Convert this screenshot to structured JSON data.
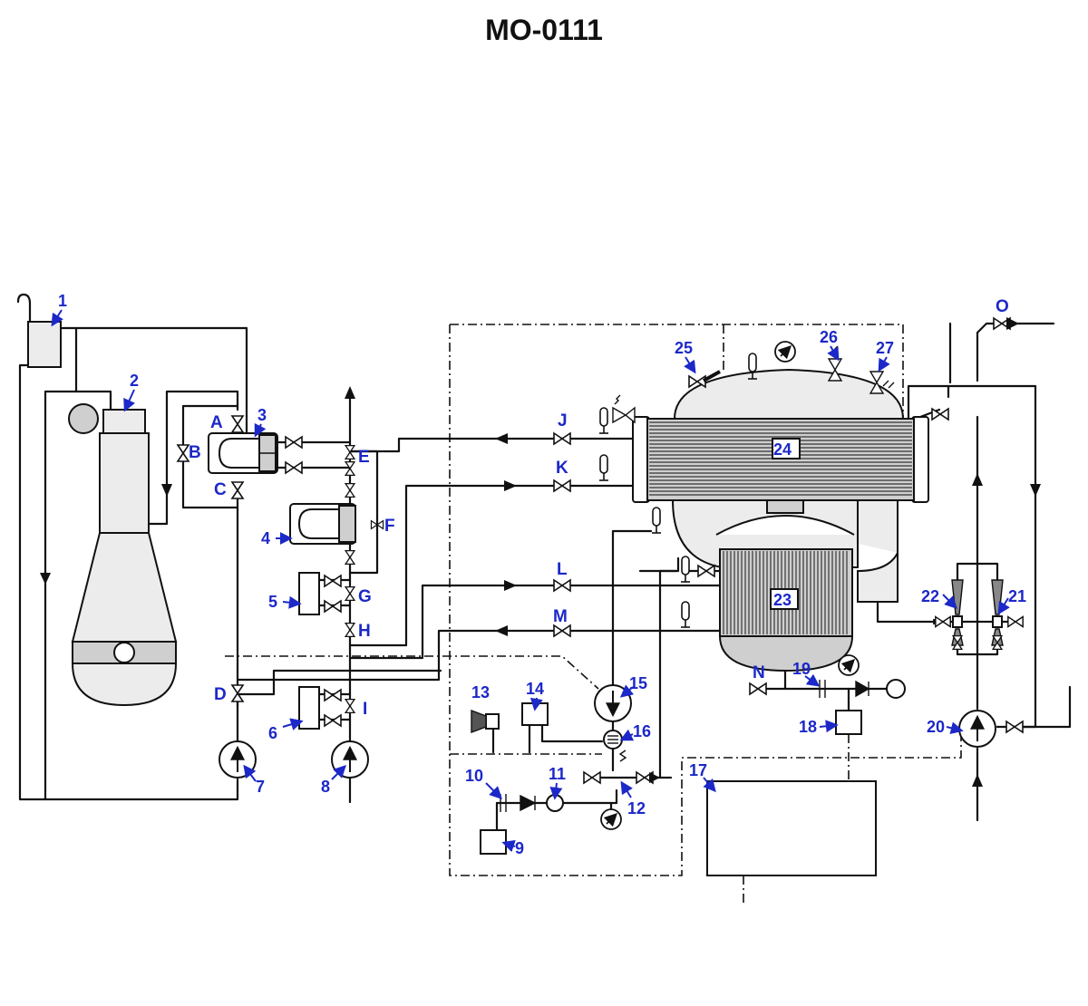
{
  "title": "MO-0111",
  "colors": {
    "label": "#1c28c8",
    "line": "#111111",
    "fill": "#ececec"
  },
  "components": [
    "1",
    "2",
    "3",
    "4",
    "5",
    "6",
    "7",
    "8",
    "9",
    "10",
    "11",
    "12",
    "13",
    "14",
    "15",
    "16",
    "17",
    "18",
    "19",
    "20",
    "21",
    "22",
    "23",
    "24",
    "25",
    "26",
    "27"
  ],
  "valves": [
    "A",
    "B",
    "C",
    "D",
    "E",
    "F",
    "G",
    "H",
    "I",
    "J",
    "K",
    "L",
    "M",
    "N",
    "O"
  ]
}
